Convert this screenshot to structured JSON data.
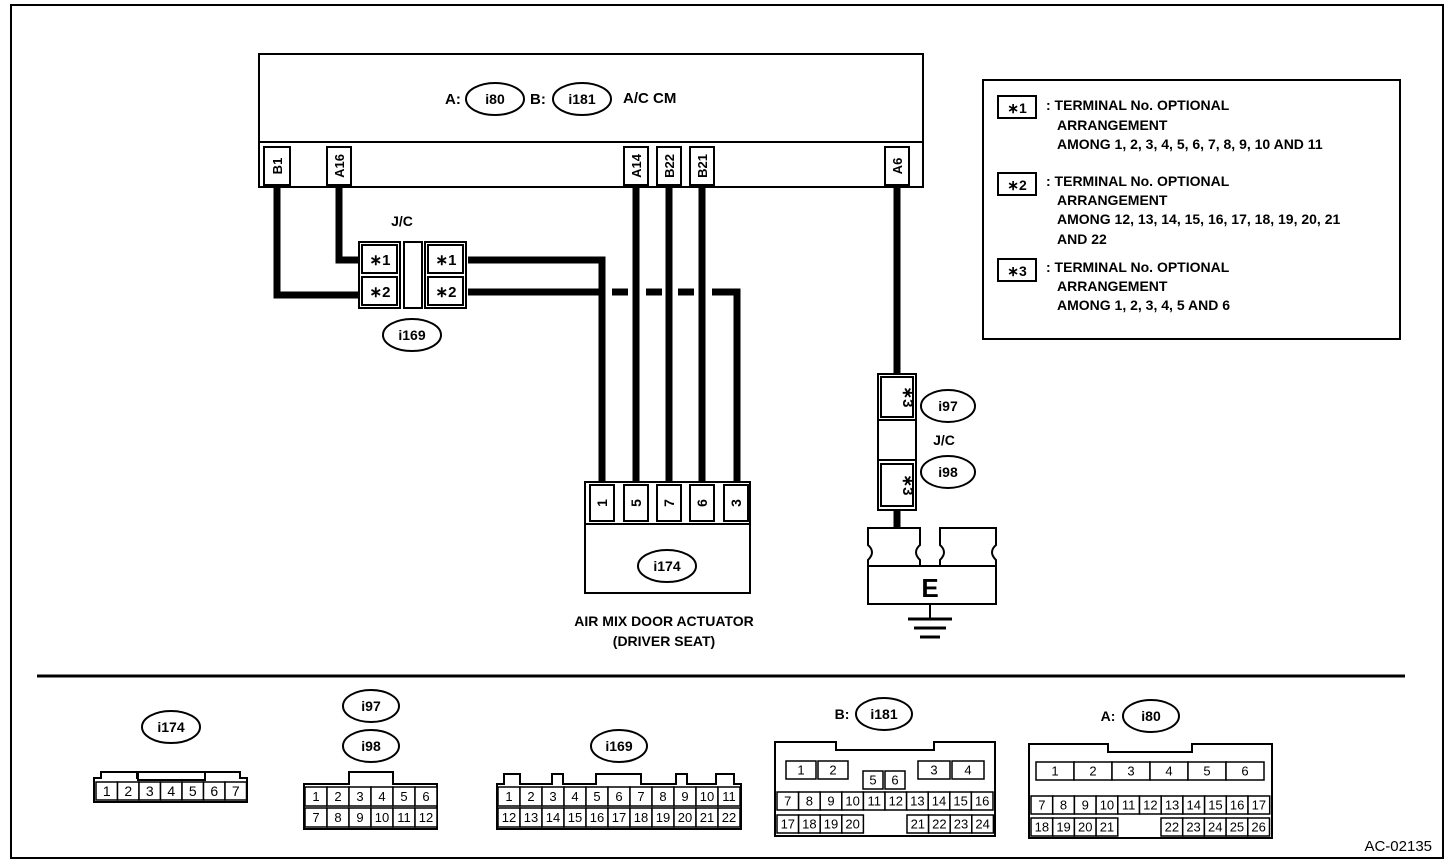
{
  "control_module": {
    "label_a": "A:",
    "conn_a": "i80",
    "label_b": "B:",
    "conn_b": "i181",
    "name": "A/C CM",
    "pins": [
      "B1",
      "A16",
      "A14",
      "B22",
      "B21",
      "A6"
    ]
  },
  "jc_top": {
    "label": "J/C",
    "left_1": "∗1",
    "left_2": "∗2",
    "right_1": "∗1",
    "right_2": "∗2",
    "connector": "i169"
  },
  "legend": {
    "items": [
      {
        "tag": "∗1",
        "lines": [
          ": TERMINAL No. OPTIONAL",
          "ARRANGEMENT",
          "AMONG 1, 2, 3, 4, 5, 6, 7, 8, 9, 10 AND 11"
        ]
      },
      {
        "tag": "∗2",
        "lines": [
          ": TERMINAL No. OPTIONAL",
          "ARRANGEMENT",
          "AMONG 12, 13, 14, 15, 16, 17, 18, 19, 20, 21",
          "AND 22"
        ]
      },
      {
        "tag": "∗3",
        "lines": [
          ": TERMINAL No. OPTIONAL",
          "ARRANGEMENT",
          "AMONG 1, 2, 3, 4, 5 AND 6"
        ]
      }
    ]
  },
  "jc_ground": {
    "top_tag": "∗3",
    "bottom_tag": "∗3",
    "conn_top": "i97",
    "label": "J/C",
    "conn_bottom": "i98",
    "ground_label": "E"
  },
  "actuator": {
    "pins": [
      "1",
      "5",
      "7",
      "6",
      "3"
    ],
    "connector": "i174",
    "name_line1": "AIR MIX DOOR ACTUATOR",
    "name_line2": "(DRIVER SEAT)"
  },
  "connector_views": {
    "i174": {
      "name": "i174",
      "pins": [
        "1",
        "2",
        "3",
        "4",
        "5",
        "6",
        "7"
      ]
    },
    "i97_98": {
      "name_top": "i97",
      "name_bottom": "i98",
      "row1": [
        "1",
        "2",
        "3",
        "4",
        "5",
        "6"
      ],
      "row2": [
        "7",
        "8",
        "9",
        "10",
        "11",
        "12"
      ]
    },
    "i169": {
      "name": "i169",
      "row1": [
        "1",
        "2",
        "3",
        "4",
        "5",
        "6",
        "7",
        "8",
        "9",
        "10",
        "11"
      ],
      "row2": [
        "12",
        "13",
        "14",
        "15",
        "16",
        "17",
        "18",
        "19",
        "20",
        "21",
        "22"
      ]
    },
    "i181": {
      "label": "B:",
      "name": "i181",
      "row0_left": [
        "1",
        "2"
      ],
      "row0_mid": [
        "5",
        "6"
      ],
      "row0_right": [
        "3",
        "4"
      ],
      "row1": [
        "7",
        "8",
        "9",
        "10",
        "11",
        "12",
        "13",
        "14",
        "15",
        "16"
      ],
      "row2_left": [
        "17",
        "18",
        "19",
        "20"
      ],
      "row2_right": [
        "21",
        "22",
        "23",
        "24"
      ]
    },
    "i80": {
      "label": "A:",
      "name": "i80",
      "row0": [
        "1",
        "2",
        "3",
        "4",
        "5",
        "6"
      ],
      "row1": [
        "7",
        "8",
        "9",
        "10",
        "11",
        "12",
        "13",
        "14",
        "15",
        "16",
        "17"
      ],
      "row2_left": [
        "18",
        "19",
        "20",
        "21"
      ],
      "row2_right": [
        "22",
        "23",
        "24",
        "25",
        "26"
      ]
    }
  },
  "figure_code": "AC-02135"
}
